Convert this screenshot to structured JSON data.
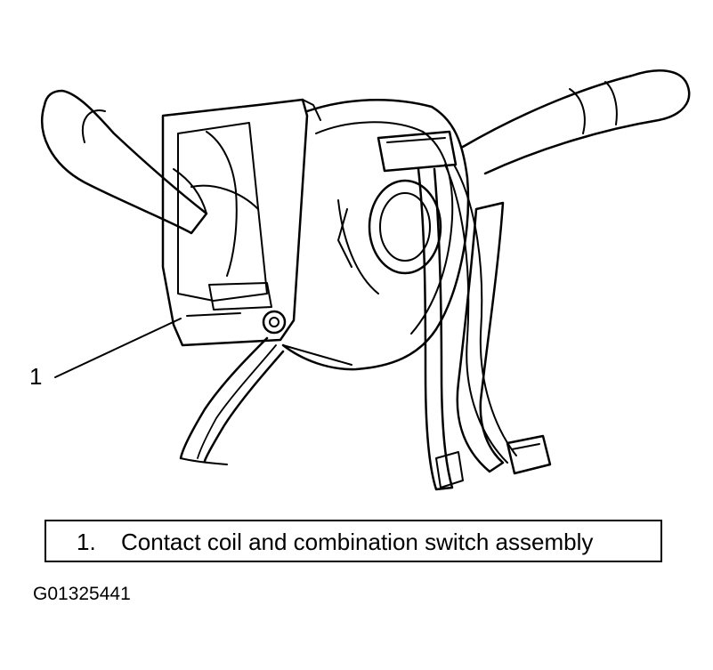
{
  "diagram": {
    "callouts": [
      {
        "number": "1"
      }
    ]
  },
  "legend": {
    "items": [
      {
        "number": "1.",
        "text": "Contact coil and combination switch assembly"
      }
    ]
  },
  "figure_id": "G01325441",
  "colors": {
    "line": "#000000",
    "background": "#ffffff"
  }
}
